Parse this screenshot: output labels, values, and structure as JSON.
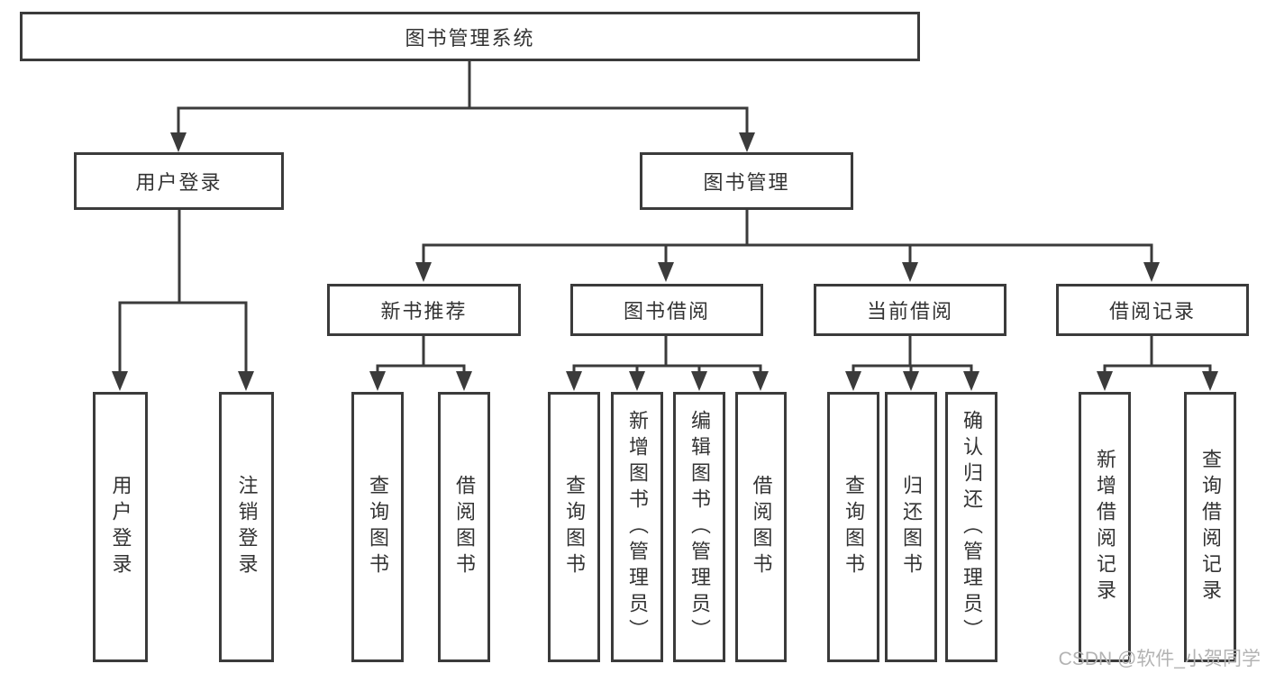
{
  "colors": {
    "line": "#3b3b3b",
    "text": "#333333",
    "watermark": "#b3b3b3",
    "background": "#ffffff"
  },
  "tree": {
    "root": {
      "label": "图书管理系统"
    },
    "user_login": {
      "label": "用户登录",
      "children": [
        "用户登录",
        "注销登录"
      ]
    },
    "book_mgmt": {
      "label": "图书管理"
    },
    "new_book_rec": {
      "label": "新书推荐",
      "children": [
        "查询图书",
        "借阅图书"
      ]
    },
    "book_borrow": {
      "label": "图书借阅",
      "children": [
        "查询图书",
        "新增图书（管理员）",
        "编辑图书（管理员）",
        "借阅图书"
      ]
    },
    "current_borrow": {
      "label": "当前借阅",
      "children": [
        "查询图书",
        "归还图书",
        "确认归还（管理员）"
      ]
    },
    "borrow_record": {
      "label": "借阅记录",
      "children": [
        "新增借阅记录",
        "查询借阅记录"
      ]
    }
  },
  "watermark": {
    "text": "CSDN @软件_小贺同学"
  }
}
